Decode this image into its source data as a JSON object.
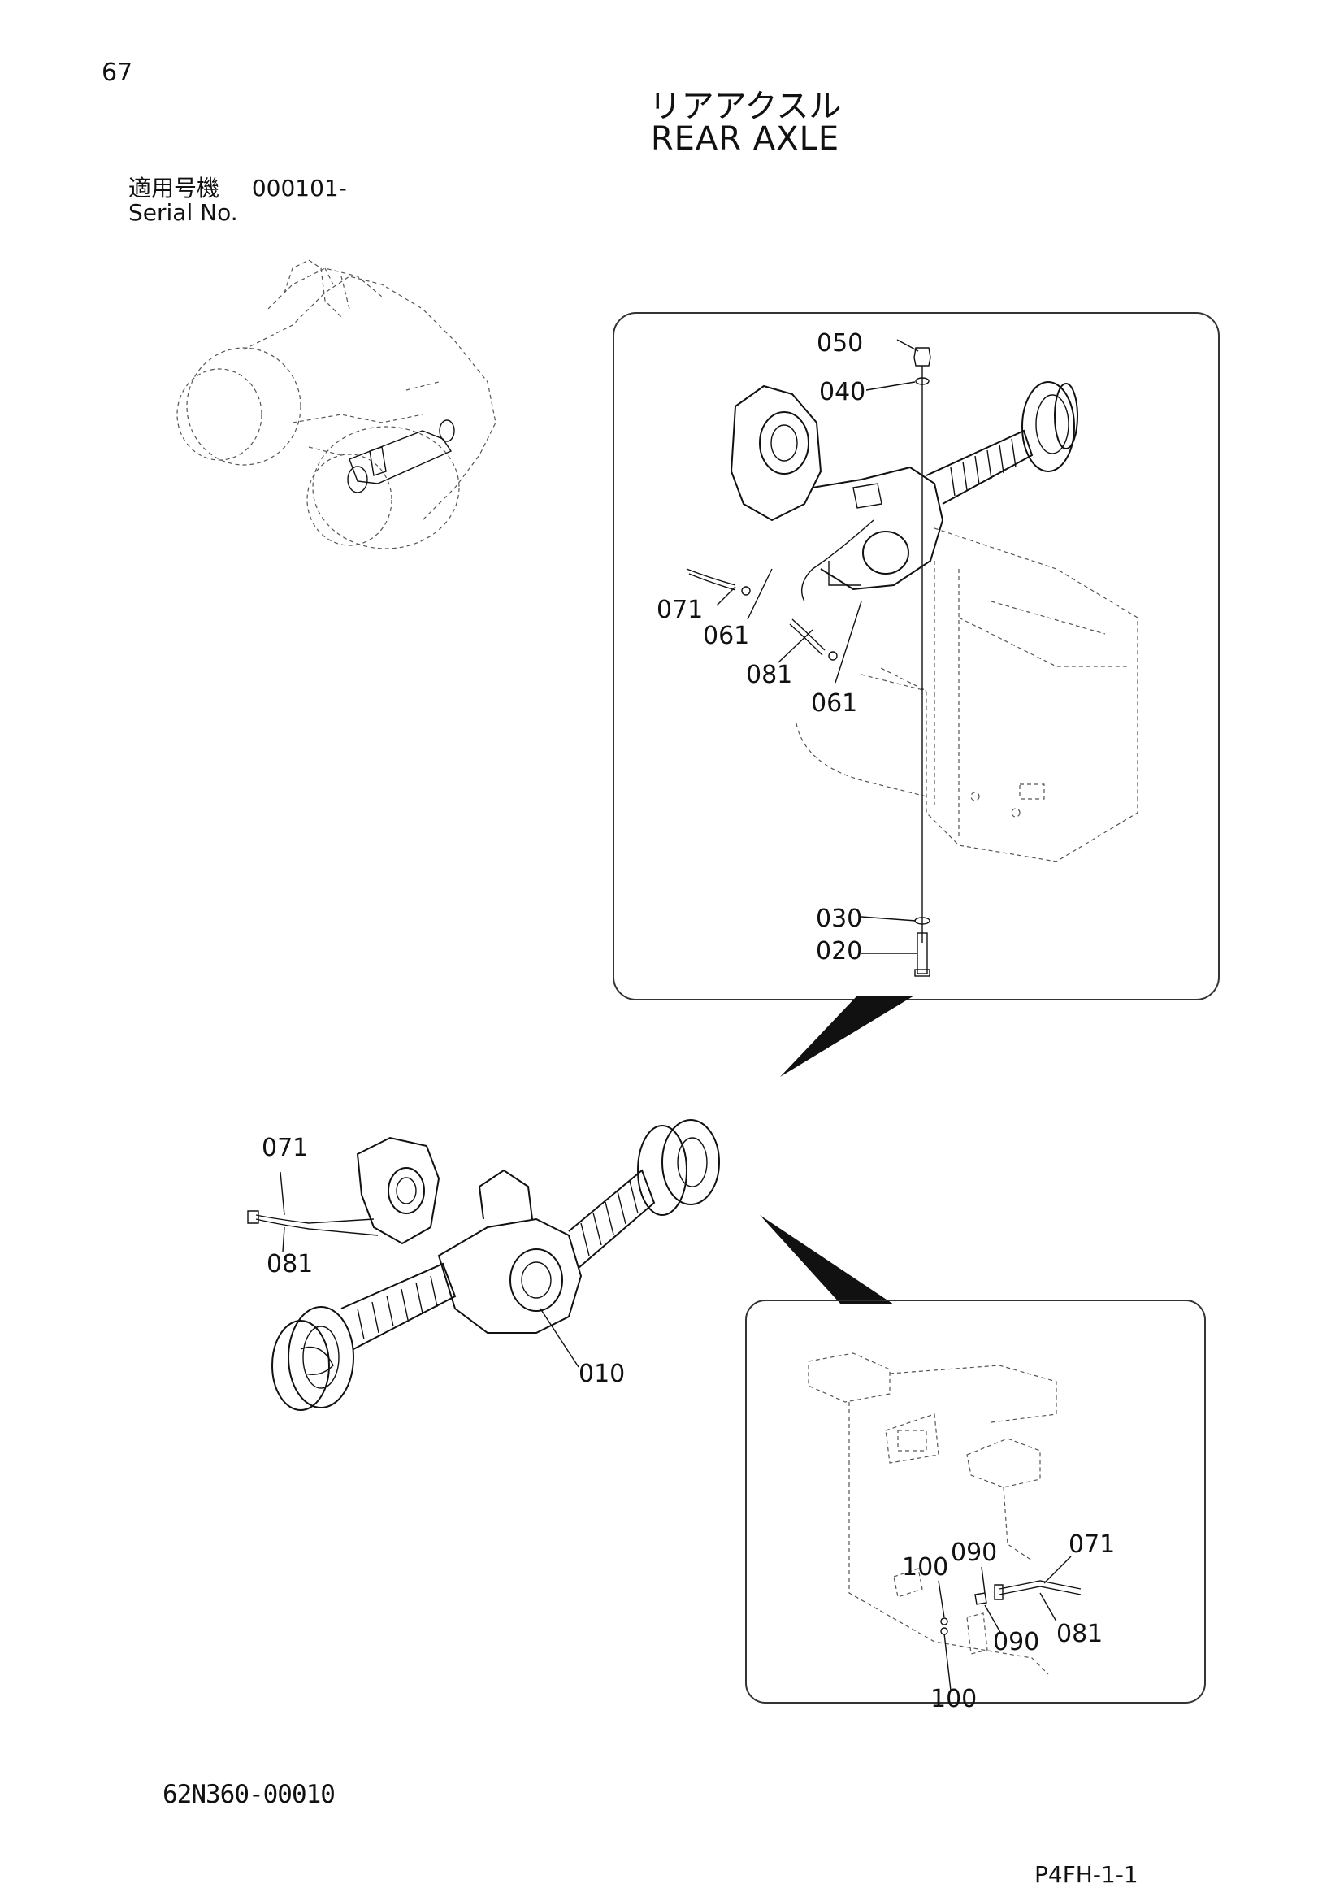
{
  "header": {
    "page_number": "67",
    "title_jp": "リアアクスル",
    "title_en": "REAR AXLE",
    "serial_label_jp": "適用号機",
    "serial_value": "000101-",
    "serial_label_en": "Serial No."
  },
  "top_detail_callouts": {
    "c050": "050",
    "c040": "040",
    "c071": "071",
    "c061a": "061",
    "c081": "081",
    "c061b": "061",
    "c030": "030",
    "c020": "020"
  },
  "main_callouts": {
    "c071": "071",
    "c081": "081",
    "c010": "010"
  },
  "bottom_detail_callouts": {
    "c100a": "100",
    "c090a": "090",
    "c071": "071",
    "c090b": "090",
    "c081": "081",
    "c100b": "100"
  },
  "footer": {
    "doc_code": "62N360-00010",
    "page_ref": "P4FH-1-1"
  }
}
